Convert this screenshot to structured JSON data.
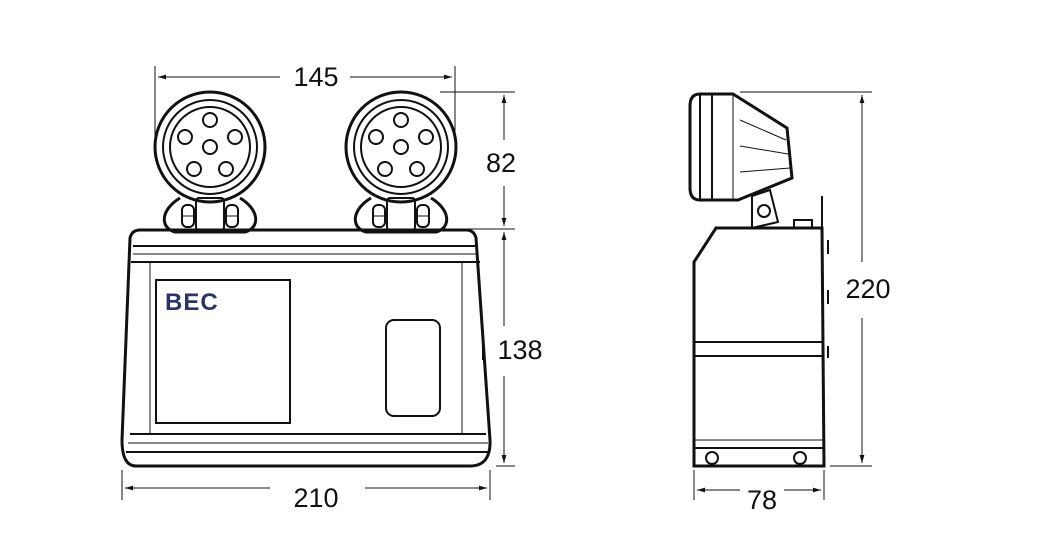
{
  "diagram": {
    "dimensions": {
      "lamp_spacing": "145",
      "lamp_height": "82",
      "body_height": "138",
      "total_width": "210",
      "total_height": "220",
      "depth": "78"
    },
    "logo": {
      "text": "BEC",
      "color": "#2a3566"
    },
    "colors": {
      "line": "#111111",
      "background": "#ffffff"
    }
  }
}
